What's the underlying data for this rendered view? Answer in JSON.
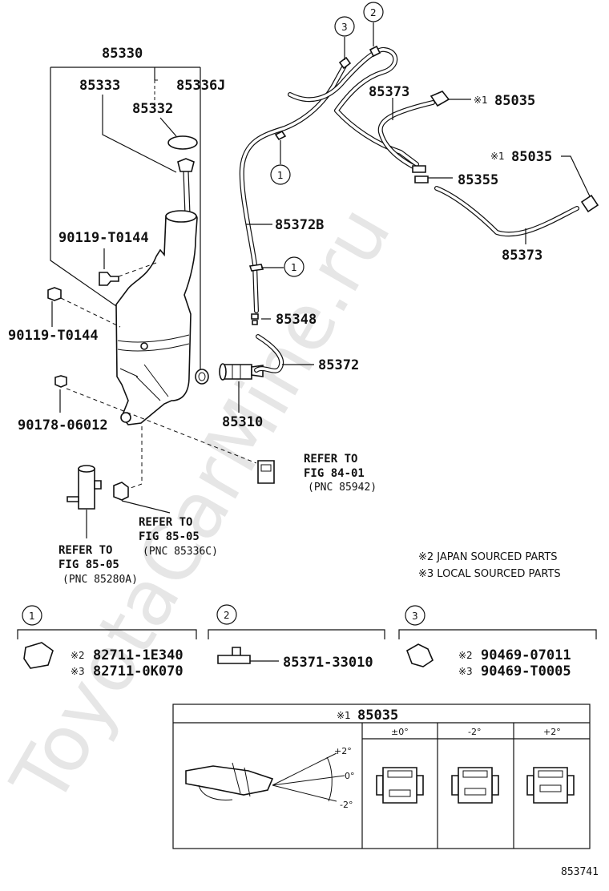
{
  "watermark": "ToyotaCarMine.ru",
  "diagram_id": "853741",
  "labels": {
    "p85330": "85330",
    "p85333": "85333",
    "p85336J": "85336J",
    "p85332": "85332",
    "p90119a": "90119-T0144",
    "p90119b": "90119-T0144",
    "p90178": "90178-06012",
    "p85372B": "85372B",
    "p85348": "85348",
    "p85372": "85372",
    "p85310": "85310",
    "p85373a": "85373",
    "p85373b": "85373",
    "p85035a": "85035",
    "p85035b": "85035",
    "p85355": "85355"
  },
  "marks": {
    "m1": "※1",
    "m2": "※2",
    "m3": "※3"
  },
  "callouts": {
    "c1": "1",
    "c2": "2",
    "c3": "3"
  },
  "refer": {
    "r1_line1": "REFER TO",
    "r1_line2": "FIG 84-01",
    "r1_line3": "(PNC 85942)",
    "r2_line1": "REFER TO",
    "r2_line2": "FIG 85-05",
    "r2_line3": "(PNC 85336C)",
    "r3_line1": "REFER TO",
    "r3_line2": "FIG 85-05",
    "r3_line3": "(PNC 85280A)"
  },
  "notes": {
    "n2": "※2 JAPAN SOURCED PARTS",
    "n3": "※3 LOCAL SOURCED PARTS"
  },
  "detail": {
    "d1_a": "82711-1E340",
    "d1_b": "82711-0K070",
    "d2": "85371-33010",
    "d3_a": "90469-07011",
    "d3_b": "90469-T0005"
  },
  "nozzle_table": {
    "title": "85035",
    "col1": "±0°",
    "col2": "-2°",
    "col3": "+2°",
    "angle_up": "+2°",
    "angle_mid": "0°",
    "angle_down": "-2°"
  }
}
